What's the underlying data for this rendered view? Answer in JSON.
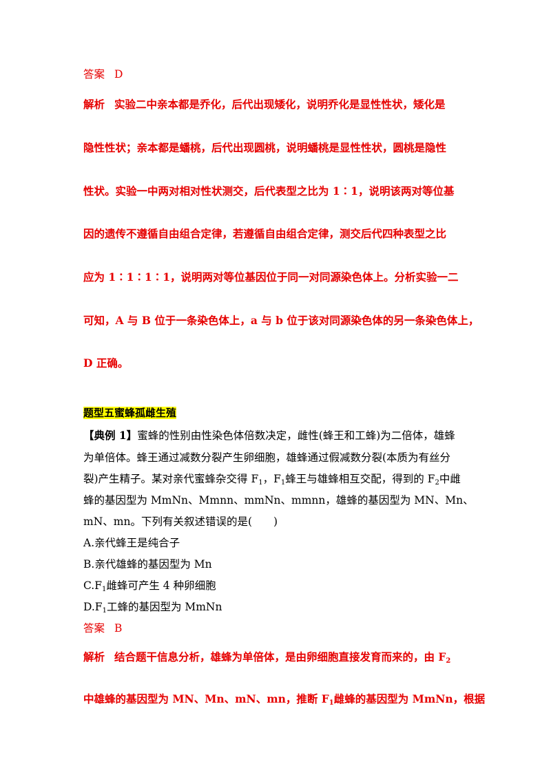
{
  "first": {
    "answer_label": "答案",
    "answer_value": "D",
    "analysis_label": "解析",
    "lines": [
      "实验二中亲本都是乔化，后代出现矮化，说明乔化是显性性状，矮化是",
      "隐性性状；亲本都是蟠桃，后代出现圆桃，说明蟠桃是显性性状，圆桃是隐性",
      "性状。实验一中两对相对性状测交，后代表型之比为 1∶1，说明该两对等位基",
      "因的遗传不遵循自由组合定律，若遵循自由组合定律，测交后代四种表型之比",
      "应为 1∶1∶1∶1，说明两对等位基因位于同一对同源染色体上。分析实验一二",
      "可知，A 与 B 位于一条染色体上，a 与 b 位于该对同源染色体的另一条染色体上，",
      "D 正确。"
    ]
  },
  "section_title": "题型五蜜蜂孤雌生殖",
  "example": {
    "label": "【典例 1】",
    "l1": "蜜蜂的性别由性染色体倍数决定，雌性(蜂王和工蜂)为二倍体，雄蜂",
    "l2": "为单倍体。蜂王通过减数分裂产生卵细胞，雄蜂通过假减数分裂(本质为有丝分",
    "l3a": "裂)产生精子。某对亲代蜜蜂杂交得 F",
    "l3b": "，F",
    "l3c": "蜂王与雄蜂相互交配，得到的 F",
    "l3d": "中雌",
    "sub1": "1",
    "sub2": "2",
    "l4": "蜂的基因型为 MmNn、Mmnn、mmNn、mmnn，雄蜂的基因型为 MN、Mn、",
    "l5": "mN、mn。下列有关叙述错误的是(　　)",
    "optA": "A.亲代蜂王是纯合子",
    "optB": "B.亲代雄蜂的基因型为 Mn",
    "optC_pre": "C.F",
    "optC_post": "雌蜂可产生 4 种卵细胞",
    "optD_pre": "D.F",
    "optD_post": "工蜂的基因型为 MmNn"
  },
  "second": {
    "answer_label": "答案",
    "answer_value": "B",
    "analysis_label": "解析",
    "l1a": "结合题干信息分析，雄蜂为单倍体，是由卵细胞直接发育而来的，由 F",
    "l2a": "中雄蜂的基因型为 MN、Mn、mN、mn，推断 F",
    "l2b": "雌蜂的基因型为 MmNn，根据"
  }
}
